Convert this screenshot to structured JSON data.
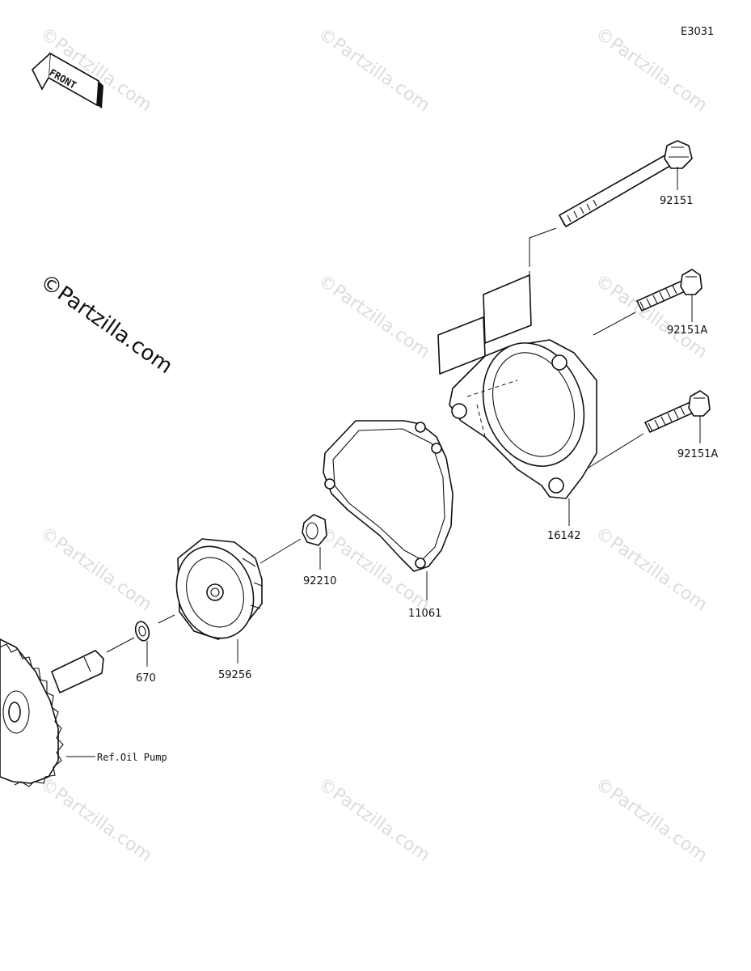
{
  "diagram_code": "E3031",
  "front_label": "FRONT",
  "watermark_main": "©Partzilla.com",
  "watermark_faint": "©Partzilla.com",
  "parts": [
    {
      "id": "bolt-long",
      "number": "92151"
    },
    {
      "id": "bolt-upper",
      "number": "92151A"
    },
    {
      "id": "bolt-lower",
      "number": "92151A"
    },
    {
      "id": "pump-cover",
      "number": "16142"
    },
    {
      "id": "gasket",
      "number": "11061"
    },
    {
      "id": "nut",
      "number": "92210"
    },
    {
      "id": "impeller",
      "number": "59256"
    },
    {
      "id": "washer",
      "number": "670"
    }
  ],
  "reference_label": "Ref.Oil Pump"
}
